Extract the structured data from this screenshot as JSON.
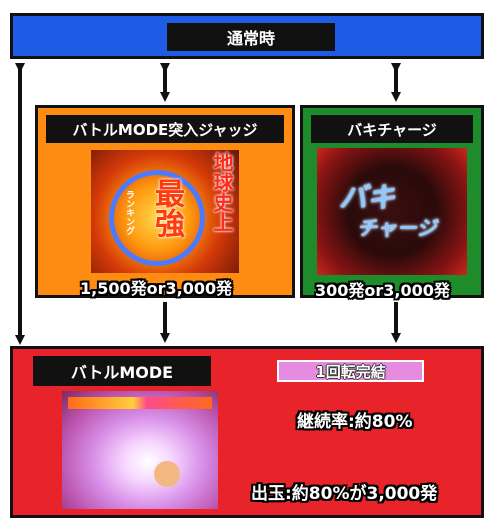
{
  "top": {
    "label": "通常時"
  },
  "judge": {
    "label": "バトルMODE突入ジャッジ",
    "image_text": [
      "地球史上",
      "最強",
      "ランキング"
    ],
    "caption": "1,500発or3,000発"
  },
  "charge": {
    "label": "バキチャージ",
    "image_text": [
      "バキ",
      "チャージ"
    ],
    "caption": "300発or3,000発"
  },
  "battle": {
    "label": "バトルMODE",
    "badge": "1回転完結",
    "continuation": "継続率:約80%",
    "payout": "出玉:約80%が3,000発"
  },
  "colors": {
    "blue": "#1E5CE6",
    "orange": "#FF8C12",
    "green": "#1E8C2A",
    "red": "#E8232A",
    "badge": "#E58CE0"
  }
}
